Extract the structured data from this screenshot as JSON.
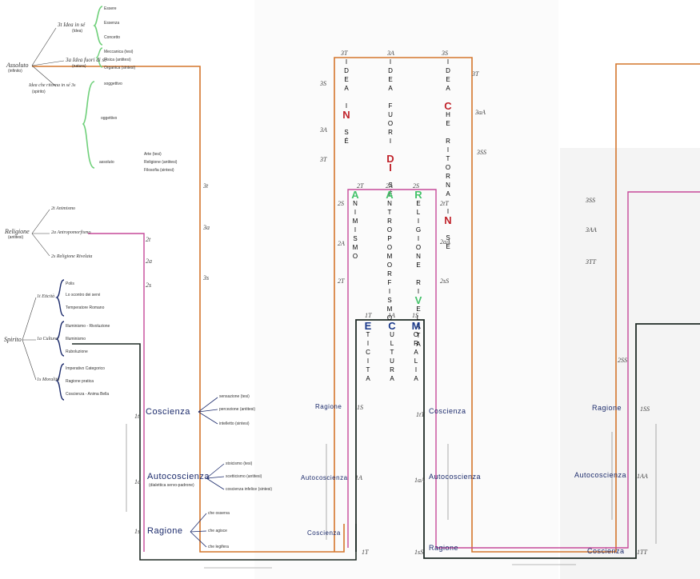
{
  "top_left": {
    "assoluto": "Assoluto",
    "assoluto_sub": "(infinito)",
    "branch_3t": "3t Idea in sé",
    "branch_3t_sub": "(Idea)",
    "branch_3a": "3a Idea fuori di sé",
    "branch_3a_sub": "(natura)",
    "branch_3s": "Idea che ritorna in sé 3s",
    "branch_3s_sub": "(spirito)",
    "logic_items": [
      "Essere",
      "Essenza",
      "Concetto"
    ],
    "nature_items": [
      "Meccanica (tesi)",
      "Fisica (antitesi)",
      "Organica (sintesi)"
    ],
    "spirit_items": [
      "soggettivo",
      "oggettivo",
      "assoluto"
    ],
    "assoluto_items": [
      "Arte (tesi)",
      "Religione (antitesi)",
      "Filosofia (sintesi)"
    ]
  },
  "religione_block": {
    "root": "Religione",
    "root_sub": "(antitesi)",
    "items": [
      "2t Animismo",
      "2a Antropomorfismo",
      "2s Religione Rivelata"
    ]
  },
  "spirito_block": {
    "root": "Spirito",
    "items": [
      "1t Eticità",
      "1a Cultura",
      "1s Moralità"
    ],
    "etica_sub": [
      "Polis",
      "Lo scontro dei servi",
      "Temperatore Romano"
    ],
    "cultura_sub": [
      "Illuminismo - Rivoluzione",
      "Illuminismo",
      "Ruboluzione"
    ],
    "moralita_sub": [
      "Imperativo Categorico",
      "Ragione pratica",
      "Coscienza - Anima Bella"
    ]
  },
  "left_stage": {
    "coscienza": "Coscienza",
    "autocoscienza": "Autocoscienza",
    "autocoscienza_sub": "(dialettica servo-padrone)",
    "ragione": "Ragione",
    "coscienza_branches": [
      "sensazione (tesi)",
      "percezione (antitesi)",
      "intelletto (sintesi)"
    ],
    "autocoscienza_branches": [
      "stoicismo (tesi)",
      "scetticismo (antitesi)",
      "coscienza infelice (sintesi)"
    ],
    "ragione_branches": [
      "che osserva",
      "che agisce",
      "che legifera"
    ],
    "labels_right": [
      "3t",
      "3a",
      "3s",
      "2t",
      "2a",
      "2s"
    ],
    "labels_left": [
      "1t",
      "1a",
      "1s"
    ]
  },
  "middle": {
    "top_labels": [
      "3T",
      "3A",
      "3S"
    ],
    "side_left": [
      "3S",
      "3A",
      "3T"
    ],
    "side_right": [
      "3T",
      "3aA",
      "3SS"
    ],
    "idea_in_se": "IDEA IN SÉ",
    "idea_fuori": "IDEA FUORI DI SÉ",
    "idea_ritorna": "IDEA CHE RITORNA IN SÉ",
    "mid_top_labels": [
      "2T",
      "2A",
      "2S"
    ],
    "mid_side_left": [
      "2S",
      "2A",
      "2T"
    ],
    "mid_side_right": [
      "2tT",
      "2aA",
      "2sS"
    ],
    "animismo": "ANIMISMO",
    "antropomorfismo": "ANTROPOMORFISMO",
    "religione_rivelata": "RELIGIONE RIVELATA",
    "inner_top_labels": [
      "1T",
      "1A",
      "1S"
    ],
    "eticita": "ETICITA",
    "cultura": "CULTURA",
    "moralita": "MORALIA",
    "ragione": "Ragione",
    "autocoscienza": "Autocoscienza",
    "coscienza": "Coscienza",
    "left_labels": [
      "1S",
      "1A",
      "1T"
    ],
    "coscienza_r": "Coscienza",
    "autocoscienza_r": "Autocoscienza",
    "ragione_r": "Ragione",
    "right_labels": [
      "1tT",
      "1aA",
      "1sS"
    ]
  },
  "right": {
    "labels": [
      "3SS",
      "3AA",
      "3TT"
    ],
    "label_2ss": "2SS",
    "ragione": "Ragione",
    "ragione_lbl": "1SS",
    "autocoscienza": "Autocoscienza",
    "autocoscienza_lbl": "1AA",
    "coscienza": "Coscienza",
    "coscienza_lbl": "1TT"
  },
  "colors": {
    "orange": "#d4762c",
    "magenta": "#c64a9a",
    "black": "#1e2a25",
    "green_bracket": "#6fd07a",
    "navy": "#1b2a6b",
    "red": "#c0222a"
  }
}
